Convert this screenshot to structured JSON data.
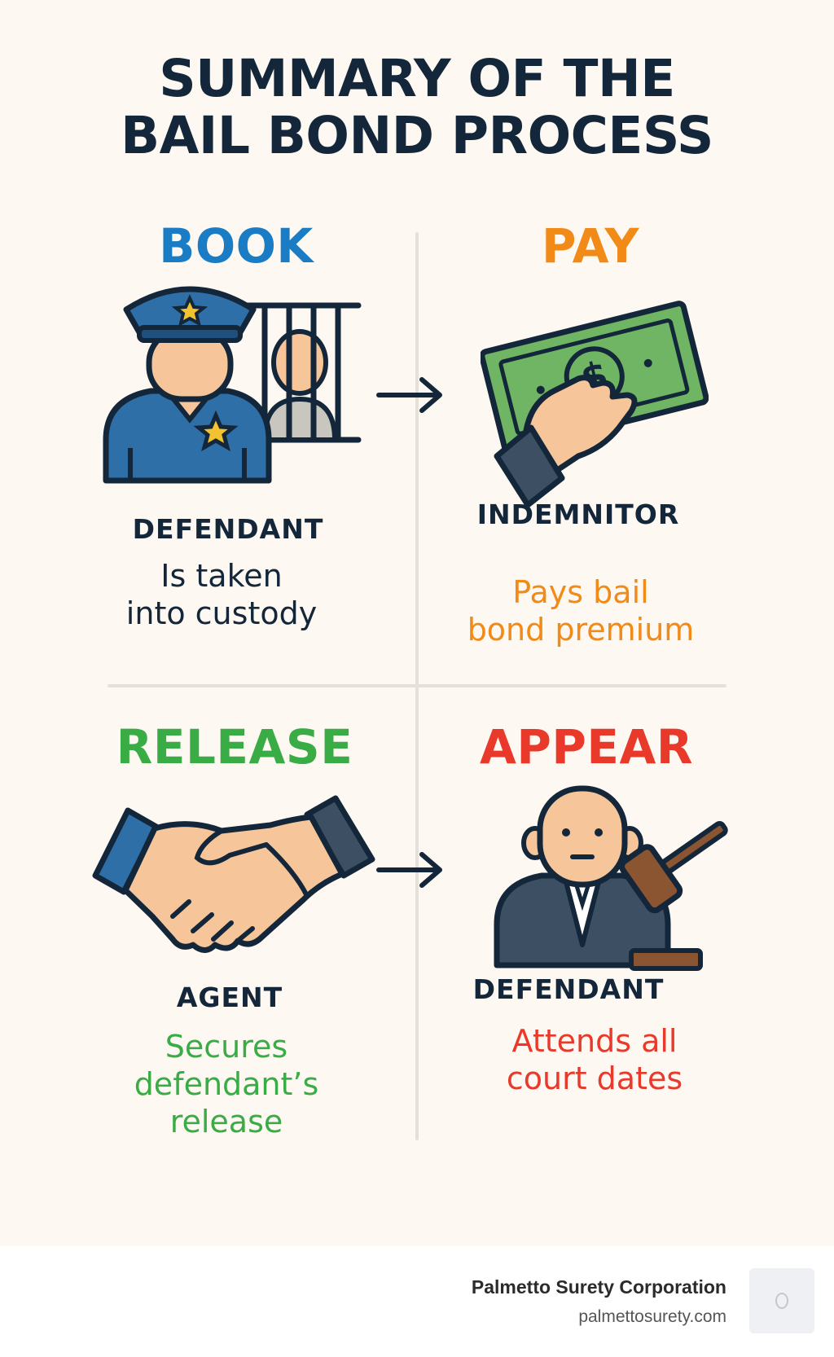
{
  "title": {
    "line1": "SUMMARY OF THE",
    "line2": "BAIL BOND PROCESS"
  },
  "steps": [
    {
      "title": "BOOK",
      "role": "DEFENDANT",
      "desc1": "Is taken",
      "desc2": "into custody",
      "desc3": "",
      "color": "#1a7cc4",
      "desc_color": "#13263a",
      "icon": "police-officer-jail-icon"
    },
    {
      "title": "PAY",
      "role": "INDEMNITOR",
      "desc1": "Pays bail",
      "desc2": "bond premium",
      "desc3": "",
      "color": "#f28a17",
      "desc_color": "#f28a17",
      "icon": "hand-holding-money-icon"
    },
    {
      "title": "RELEASE",
      "role": "AGENT",
      "desc1": "Secures",
      "desc2": "defendant’s",
      "desc3": "release",
      "color": "#3aac45",
      "desc_color": "#3aac45",
      "icon": "handshake-icon"
    },
    {
      "title": "APPEAR",
      "role": "DEFENDANT",
      "desc1": "Attends all",
      "desc2": "court dates",
      "desc3": "",
      "color": "#e8392b",
      "desc_color": "#e8392b",
      "icon": "judge-gavel-icon"
    }
  ],
  "footer": {
    "company": "Palmetto Surety Corporation",
    "url": "palmettosurety.com"
  }
}
